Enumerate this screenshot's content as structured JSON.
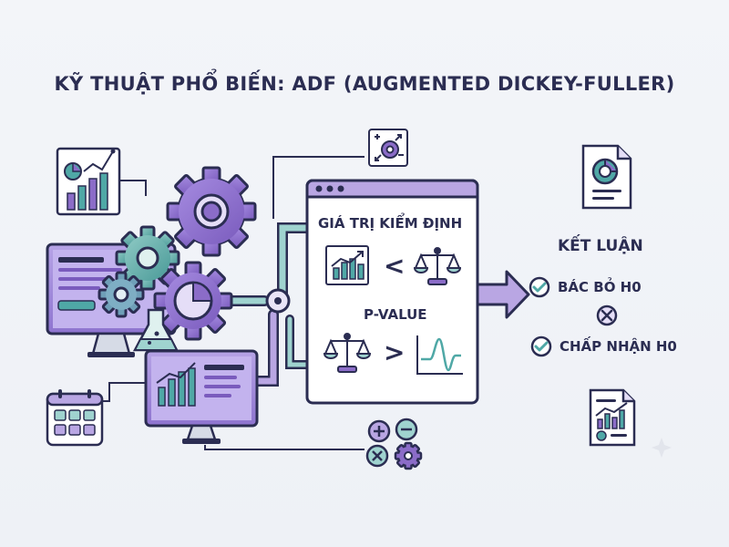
{
  "title": "KỸ THUẬT PHỔ BIẾN: ADF (AUGMENTED DICKEY-FULLER)",
  "test_panel": {
    "statistic_label": "GIÁ TRỊ KIỂM ĐỊNH",
    "statistic_operator": "<",
    "pvalue_label": "P-VALUE",
    "pvalue_operator": ">"
  },
  "conclusion": {
    "heading": "KẾT LUẬN",
    "reject": "BÁC BỎ H0",
    "or_symbol": "×",
    "accept": "CHẤP NHẬN H0"
  },
  "colors": {
    "outline": "#2b2d52",
    "purple": "#8b6cc8",
    "purple_light": "#b9a6e3",
    "teal": "#4fa8a6",
    "teal_light": "#9fd3cf",
    "panel": "#ffffff"
  },
  "icons": [
    "chart-icon",
    "calculator-icon",
    "gear-icon",
    "monitor-icon",
    "flask-icon",
    "scale-icon",
    "check-icon",
    "cross-icon",
    "report-icon",
    "math-operations-icon",
    "arrow-right-icon"
  ]
}
